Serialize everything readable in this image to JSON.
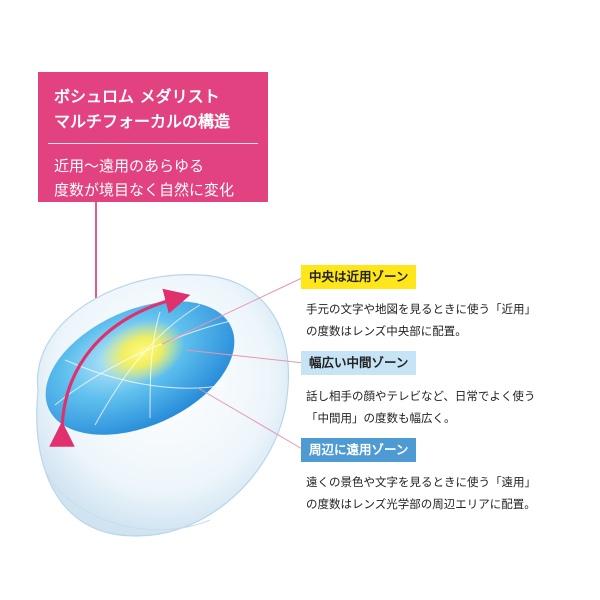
{
  "header_box": {
    "title_line1": "ボシュロム メダリスト",
    "title_line2": "マルチフォーカルの構造",
    "sub_line1": "近用～遠用のあらゆる",
    "sub_line2": "度数が境目なく自然に変化"
  },
  "zones": [
    {
      "label": "中央は近用ゾーン",
      "desc_line1": "手元の文字や地図を見るときに使う「近用」",
      "desc_line2": "の度数はレンズ中央部に配置。"
    },
    {
      "label": "幅広い中間ゾーン",
      "desc_line1": "話し相手の顔やテレビなど、日常でよく使う",
      "desc_line2": "「中間用」の度数も幅広く。"
    },
    {
      "label": "周辺に遠用ゾーン",
      "desc_line1": "遠くの景色や文字を見るときに使う「遠用」",
      "desc_line2": "の度数はレンズ光学部の周辺エリアに配置。"
    }
  ],
  "colors": {
    "header_pink": "#e2427f",
    "near_zone": "#ffe61a",
    "middle_zone": "#c6e4f6",
    "far_zone": "#4e9ad2",
    "arrow": "#e0306e"
  }
}
